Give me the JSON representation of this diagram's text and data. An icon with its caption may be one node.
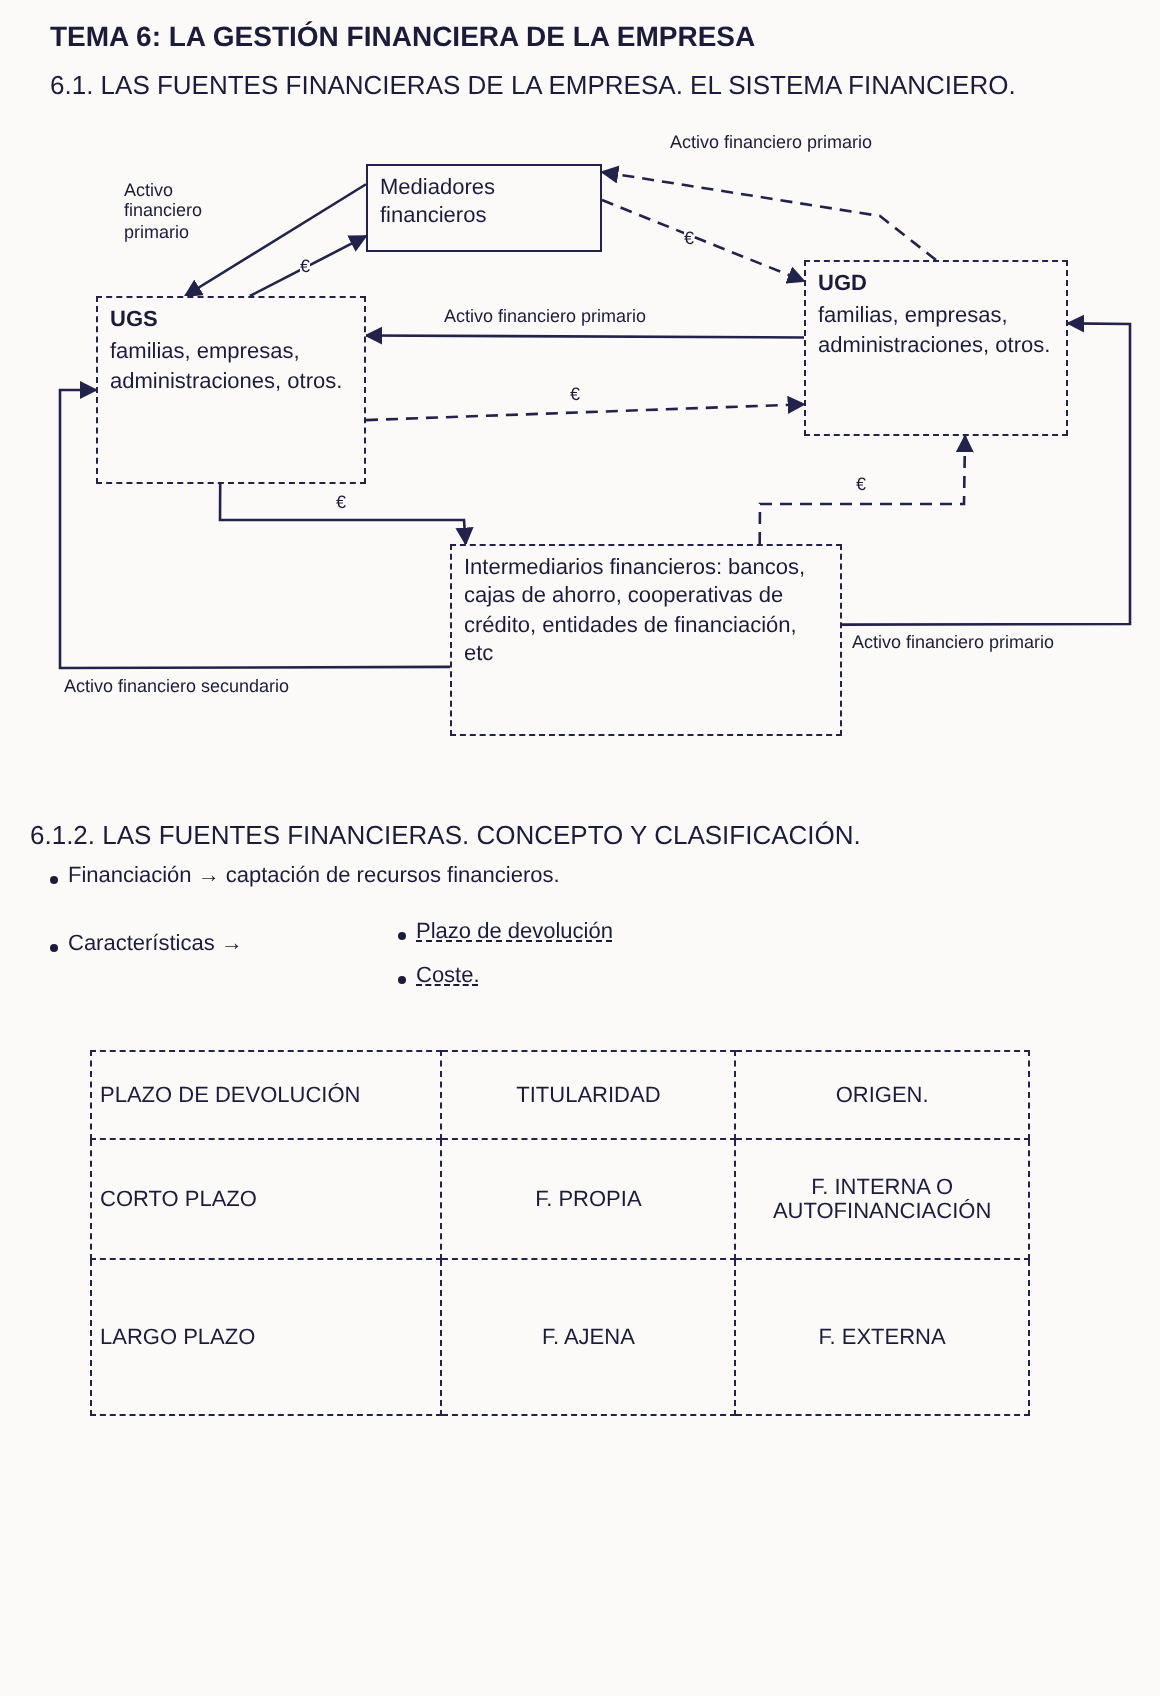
{
  "diagram": {
    "title": "TEMA 6: LA GESTIÓN FINANCIERA DE LA EMPRESA",
    "nodes": [
      {
        "text": [
          "Mediadores financieros"
        ]
      },
      {
        "text": [
          "UGS",
          "familias, empresas, administraciones, otros."
        ]
      },
      {
        "text": [
          "UGD",
          "familias, empresas, administraciones, otros."
        ]
      },
      {
        "text": [
          "Intermediarios financieros: bancos, cajas de ahorro, cooperativas de crédito, entidades de financiación, etc"
        ]
      }
    ],
    "edges": [
      {
        "from": 0,
        "to": 1,
        "arrow": "to",
        "label": "Activo financiero primario"
      },
      {
        "from": 1,
        "to": 0,
        "arrow": "to",
        "label": "€"
      },
      {
        "from": 0,
        "to": 2,
        "arrow": "to",
        "label": "€",
        "style": "dashed"
      },
      {
        "from": 2,
        "to": 0,
        "arrow": "to",
        "label": "Activo financiero primario",
        "style": "dashed"
      },
      {
        "from": 2,
        "to": 1,
        "arrow": "to",
        "label": "Activo financiero primario"
      },
      {
        "from": 1,
        "to": 2,
        "arrow": "to",
        "label": "€",
        "style": "dashed"
      },
      {
        "from": 1,
        "to": 3,
        "arrow": "to",
        "label": "€"
      },
      {
        "from": 3,
        "to": 1,
        "arrow": "to",
        "label": "Activo financiero secundario"
      },
      {
        "from": 3,
        "to": 2,
        "arrow": "to",
        "label": "€",
        "style": "dashed"
      },
      {
        "from": 3,
        "to": 2,
        "arrow": "to",
        "label": "Activo financiero primario"
      }
    ],
    "labels": [
      "6.1. LAS FUENTES FINANCIERAS DE LA EMPRESA. EL SISTEMA FINANCIERO.",
      "6.1.2. LAS FUENTES FINANCIERAS. CONCEPTO Y CLASIFICACIÓN.",
      "Financiación → captación de recursos financieros.",
      "Características →",
      "Plazo de devolución",
      "Coste.",
      "PLAZO DE DEVOLUCIÓN",
      "TITULARIDAD",
      "ORIGEN.",
      "CORTO PLAZO",
      "F. PROPIA",
      "F. INTERNA O AUTOFINANCIACIÓN",
      "LARGO PLAZO",
      "F. AJENA",
      "F. EXTERNA"
    ]
  }
}
